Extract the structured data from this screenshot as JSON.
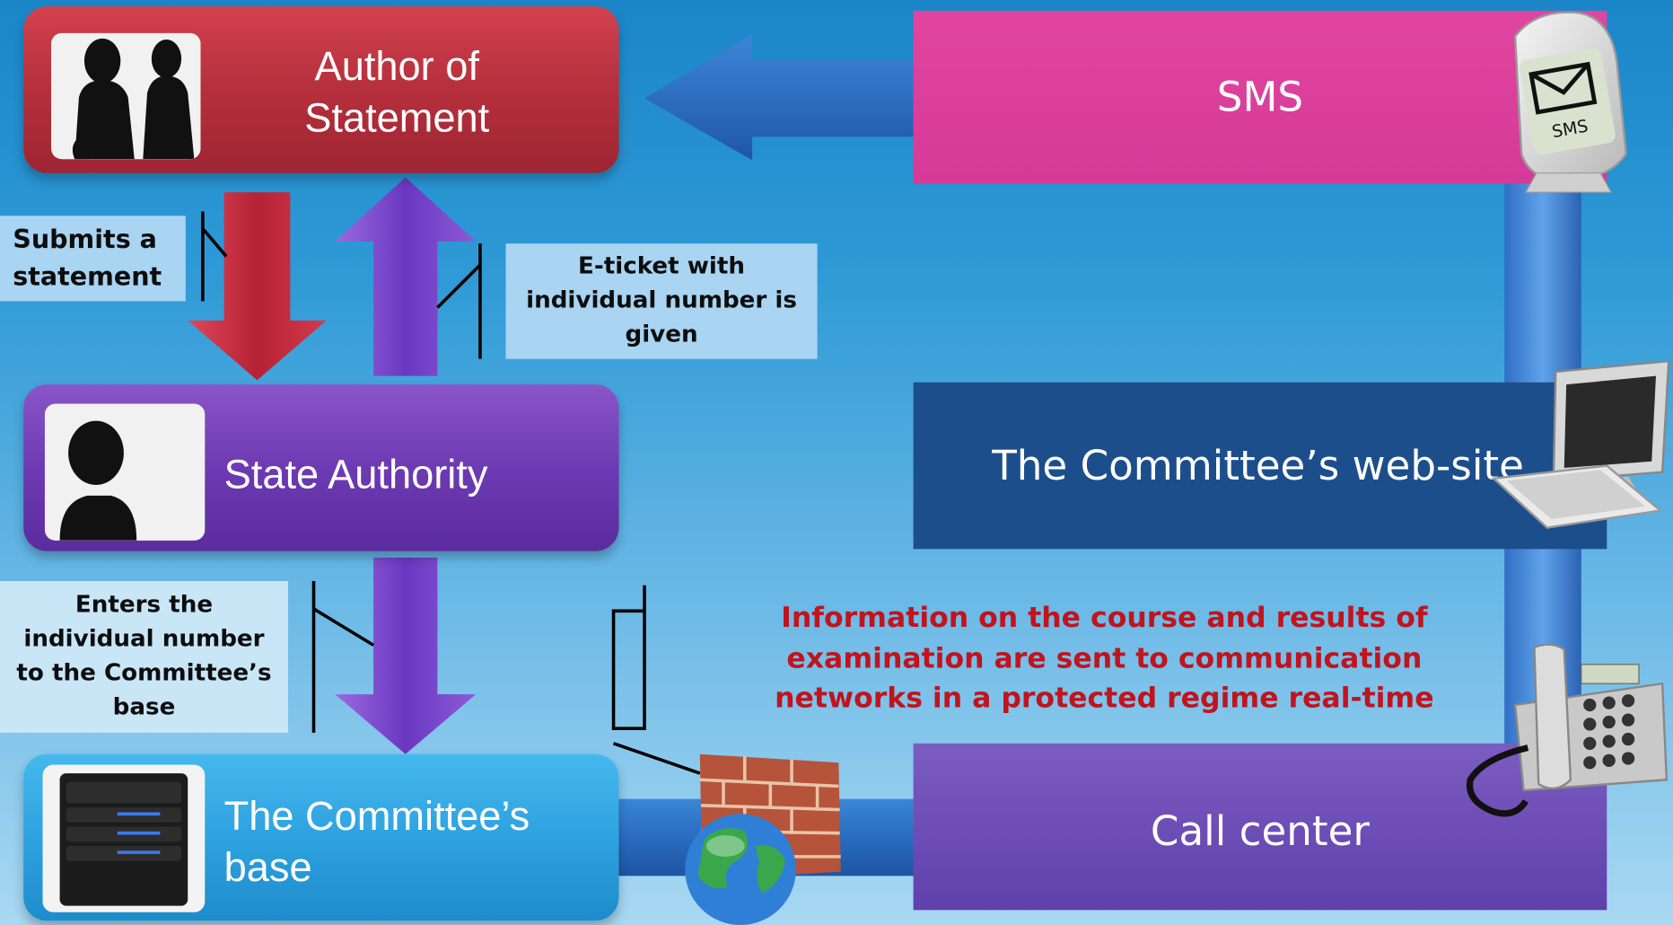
{
  "nodes": {
    "author": "Author of Statement",
    "state": "State Authority",
    "base": "The Committee’s base"
  },
  "notes": {
    "submits": "Submits a statement",
    "eticket": "E-ticket with individual number is given",
    "enters": "Enters the individual number to the Committee’s base"
  },
  "channels": {
    "sms": "SMS",
    "website": "The Committee’s web-site",
    "callcenter": "Call center"
  },
  "phone_screen_label": "SMS",
  "info": "Information on the course and results of examination are sent to communication networks in a protected regime real-time",
  "colors": {
    "author": "#b5303c",
    "state": "#6d3ab3",
    "base": "#2ea2e0",
    "sms_band": "#de3aa0",
    "website_band": "#1d4e8c",
    "callcenter_band": "#6a44b0",
    "info_text": "#c0141e"
  }
}
